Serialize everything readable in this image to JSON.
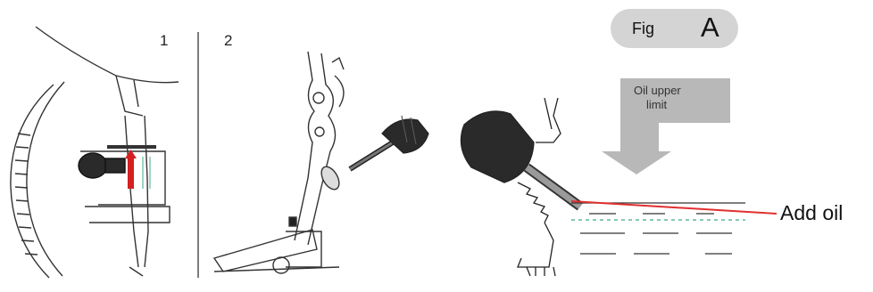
{
  "figure": {
    "badge_word": "Fig",
    "badge_letter": "A"
  },
  "steps": {
    "step1": "1",
    "step2": "2"
  },
  "annotations": {
    "oil_upper_limit_line1": "Oil upper",
    "oil_upper_limit_line2": "limit",
    "add_oil": "Add oil"
  },
  "colors": {
    "line": "#333333",
    "badge": "#d4d4d4",
    "arrow": "#b8b8b8",
    "level_line": "#e03030",
    "dashed_green": "#5fb89a",
    "indicator_red": "#d42020"
  }
}
